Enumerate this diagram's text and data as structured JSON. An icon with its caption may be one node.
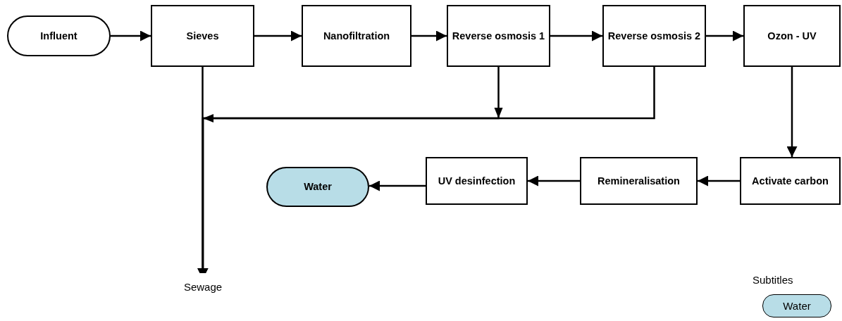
{
  "diagram": {
    "nodes": [
      {
        "text": [
          "Influent"
        ]
      },
      {
        "text": [
          "Sieves"
        ]
      },
      {
        "text": [
          "Nanofiltration"
        ]
      },
      {
        "text": [
          "Reverse osmosis 1"
        ]
      },
      {
        "text": [
          "Reverse osmosis 2"
        ]
      },
      {
        "text": [
          "Ozon - UV"
        ]
      },
      {
        "text": [
          "Activate carbon"
        ]
      },
      {
        "text": [
          "Remineralisation"
        ]
      },
      {
        "text": [
          "UV desinfection"
        ]
      },
      {
        "text": [
          "Water"
        ]
      },
      {
        "text": [
          "Sewage"
        ]
      }
    ],
    "edges": [
      {
        "from": 0,
        "to": 1,
        "arrow": "to"
      },
      {
        "from": 1,
        "to": 2,
        "arrow": "to"
      },
      {
        "from": 2,
        "to": 3,
        "arrow": "to"
      },
      {
        "from": 3,
        "to": 4,
        "arrow": "to"
      },
      {
        "from": 4,
        "to": 5,
        "arrow": "to"
      },
      {
        "from": 5,
        "to": 6,
        "arrow": "to"
      },
      {
        "from": 6,
        "to": 7,
        "arrow": "to"
      },
      {
        "from": 7,
        "to": 8,
        "arrow": "to"
      },
      {
        "from": 8,
        "to": 9,
        "arrow": "to"
      },
      {
        "from": 1,
        "to": 10,
        "arrow": "to"
      },
      {
        "from": 3,
        "to": 10,
        "arrow": "to"
      },
      {
        "from": 4,
        "to": 10,
        "arrow": "to"
      }
    ],
    "labels": [
      "Subtitles"
    ],
    "legend": [
      {
        "text": "Water",
        "color": "#b8dde7"
      }
    ]
  }
}
